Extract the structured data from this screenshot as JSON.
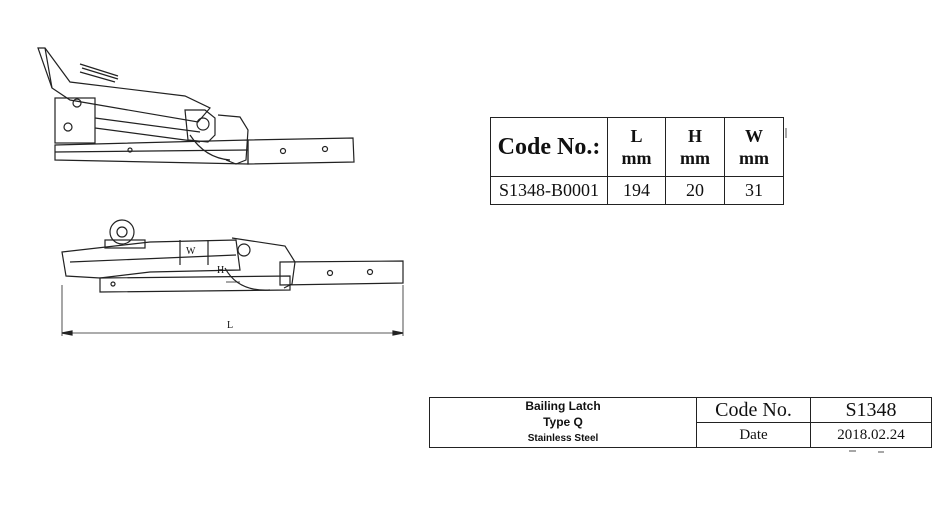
{
  "spec_table": {
    "header": {
      "code": "Code No.:",
      "l": "L",
      "h": "H",
      "w": "W",
      "unit": "mm"
    },
    "row": {
      "code": "S1348-B0001",
      "l": "194",
      "h": "20",
      "w": "31"
    }
  },
  "drawing": {
    "label_w": "W",
    "label_h": "H",
    "label_l": "L"
  },
  "title_block": {
    "name": "Bailing Latch",
    "type": "Type Q",
    "material": "Stainless Steel",
    "code_label": "Code No.",
    "code_value": "S1348",
    "date_label": "Date",
    "date_value": "2018.02.24"
  }
}
